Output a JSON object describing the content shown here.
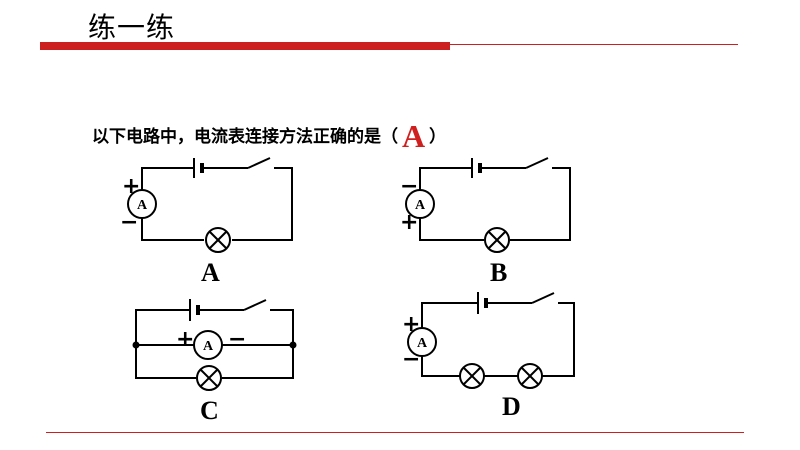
{
  "slide": {
    "title": "练一练"
  },
  "question": {
    "text": "以下电路中，电流表连接方法正确的是（",
    "answer": "A",
    "close": "）"
  },
  "options": [
    {
      "label": "A",
      "meter_top_sign": "+",
      "meter_bottom_sign": "−"
    },
    {
      "label": "B",
      "meter_top_sign": "−",
      "meter_bottom_sign": "+"
    },
    {
      "label": "C",
      "meter_left_sign": "+",
      "meter_right_sign": "−"
    },
    {
      "label": "D",
      "meter_top_sign": "+",
      "meter_bottom_sign": "−"
    }
  ],
  "meter_symbol": "A",
  "colors": {
    "accent": "#cc1f1f",
    "answer": "#d01f1f"
  }
}
